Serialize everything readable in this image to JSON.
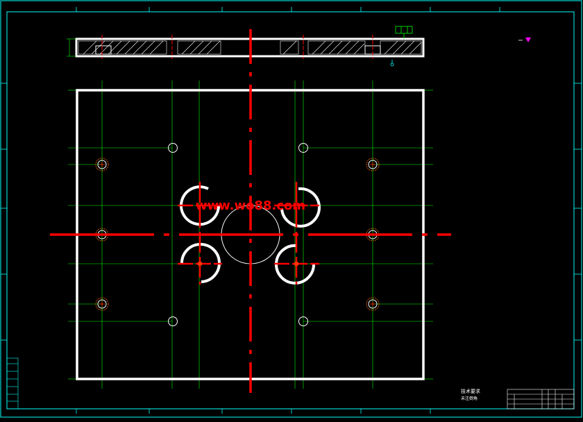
{
  "watermark": "www.wo88.com",
  "drawing": {
    "note_line1": "技术要求",
    "note_line2": "未注倒角"
  },
  "colors": {
    "background": "#000000",
    "outline": "#ffffff",
    "dimension": "#00ff00",
    "centerline": "#ff0000",
    "cyan": "#00ffff",
    "orange": "#ff6600",
    "magenta": "#ff00ff"
  },
  "icons": [
    "roughness-symbol-icon",
    "datum-icon",
    "tolerance-frame-icon"
  ]
}
